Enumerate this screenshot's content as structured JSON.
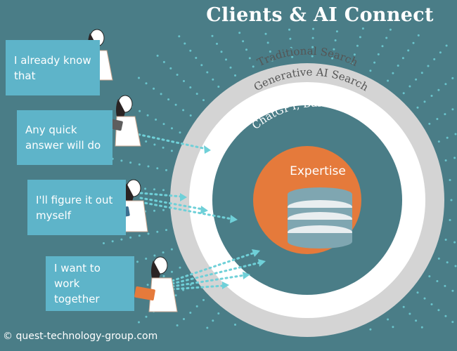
{
  "title": "Clients & AI Connect",
  "rings": {
    "outer_label": "Traditional Search",
    "middle_label": "Generative AI Search",
    "inner_label": "ChatGPT, Bard & Friends",
    "core_label": "Expertise"
  },
  "personas": [
    {
      "text": "I already know that"
    },
    {
      "text": "Any quick answer will do"
    },
    {
      "text": "I'll figure it out myself"
    },
    {
      "text": "I want to work together"
    }
  ],
  "copyright": "© quest-technology-group.com",
  "colors": {
    "background": "#4a7d87",
    "box": "#5eb4c9",
    "outer_ring": "#d4d4d4",
    "middle_ring": "#ffffff",
    "inner_circle": "#4a7d87",
    "core": "#e57a3b",
    "database": "#7fa6b1",
    "dots": "#6fd0d8"
  },
  "icons": [
    "woman-with-laptop-icon",
    "database-icon"
  ]
}
